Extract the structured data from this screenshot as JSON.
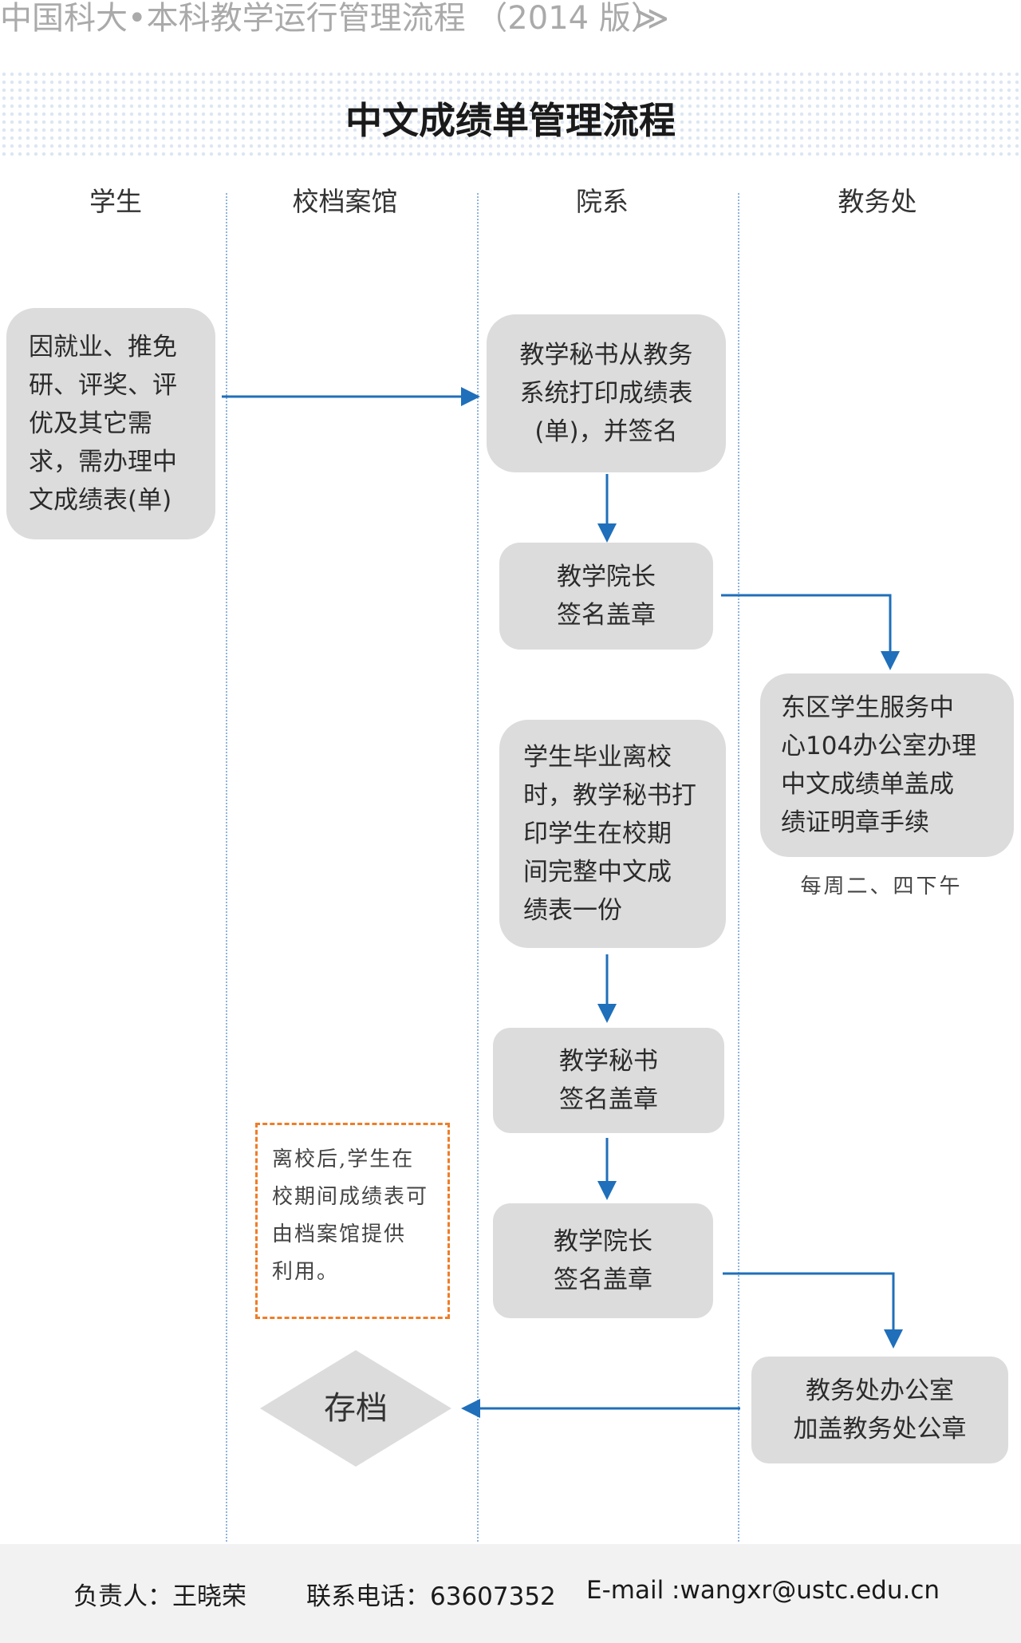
{
  "header": {
    "text": "中国科大•本科教学运行管理流程 （2014 版）",
    "chevron": "≫"
  },
  "title": "中文成绩单管理流程",
  "lanes": [
    "学生",
    "校档案馆",
    "院系",
    "教务处"
  ],
  "steps": {
    "student_request": "因就业、推免\n研、评奖、评\n优及其它需\n求，需办理中\n文成绩表(单)",
    "secretary_print": "教学秘书从教务\n系统打印成绩表\n(单)，并签名",
    "dean_sign_1": "教学院长\n签名盖章",
    "east_center": "东区学生服务中\n心104办公室办理\n中文成绩单盖成\n绩证明章手续",
    "graduation_print": "学生毕业离校\n时，教学秘书打\n印学生在校期\n间完整中文成\n绩表一份",
    "secretary_sign": "教学秘书\n签名盖章",
    "dean_sign_2": "教学院长\n签名盖章",
    "office_stamp": "教务处办公室\n加盖教务处公章",
    "archive": "存档"
  },
  "notes": {
    "schedule": "每周二、四下午",
    "archive_note": "离校后,学生在\n校期间成绩表可\n由档案馆提供\n利用。"
  },
  "footer": {
    "contact_person": "负责人：王晓荣",
    "phone": "联系电话：63607352",
    "email": "E-mail :wangxr@ustc.edu.cn"
  },
  "colors": {
    "arrow": "#1f6fba",
    "box": "#dcdcdc",
    "note_border": "#ef7d28",
    "lane_line": "#8fb4dc"
  }
}
